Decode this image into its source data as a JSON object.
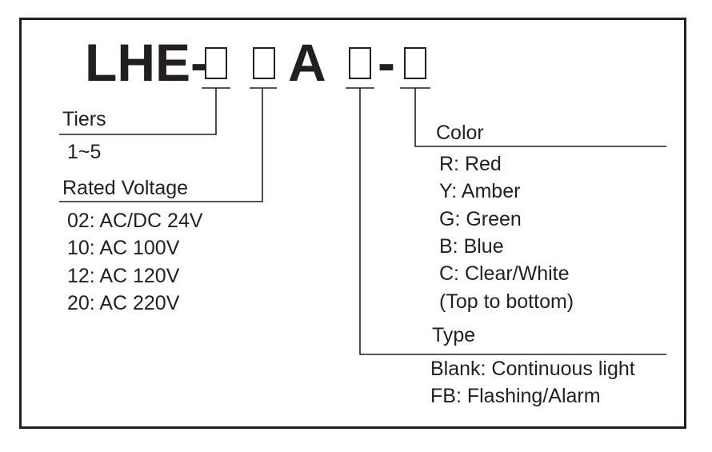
{
  "model_code": {
    "prefix": "LHE-",
    "letter_a": "A",
    "dash": "-"
  },
  "tiers": {
    "title": "Tiers",
    "options": [
      "1~5"
    ]
  },
  "rated_voltage": {
    "title": "Rated Voltage",
    "options": [
      "02: AC/DC 24V",
      "10: AC 100V",
      "12: AC 120V",
      "20: AC 220V"
    ]
  },
  "color": {
    "title": "Color",
    "options": [
      "R: Red",
      "Y: Amber",
      "G: Green",
      "B: Blue",
      "C: Clear/White",
      "(Top to bottom)"
    ]
  },
  "type": {
    "title": "Type",
    "options": [
      "Blank: Continuous light",
      "FB: Flashing/Alarm"
    ]
  }
}
